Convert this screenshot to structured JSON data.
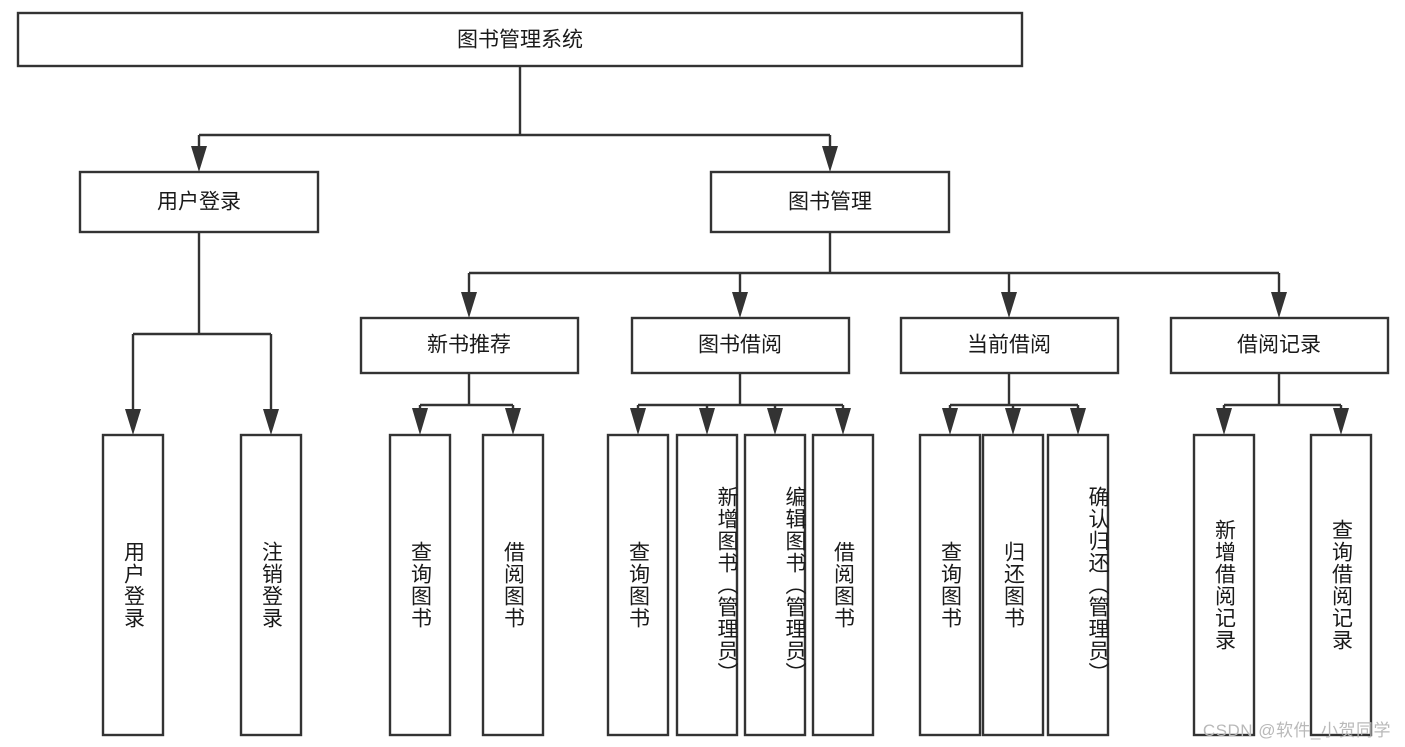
{
  "diagram": {
    "title": "图书管理系统",
    "type": "tree-hierarchy-chart",
    "orientation": "top-down",
    "colors": {
      "box_fill": "#ffffff",
      "box_stroke": "#333333",
      "text": "#1a1a1a",
      "background": "#ffffff",
      "watermark": "#b9b9b9"
    },
    "root": {
      "label": "图书管理系统"
    },
    "level2": [
      {
        "id": "user-login",
        "label": "用户登录"
      },
      {
        "id": "book-management",
        "label": "图书管理"
      }
    ],
    "level3": [
      {
        "id": "new-book-recommend",
        "label": "新书推荐",
        "parent": "book-management"
      },
      {
        "id": "book-borrow",
        "label": "图书借阅",
        "parent": "book-management"
      },
      {
        "id": "current-borrow",
        "label": "当前借阅",
        "parent": "book-management"
      },
      {
        "id": "borrow-record",
        "label": "借阅记录",
        "parent": "book-management"
      }
    ],
    "leaves": [
      {
        "id": "leaf-user-login",
        "label": "用户登录",
        "parent": "user-login"
      },
      {
        "id": "leaf-logout-login",
        "label": "注销登录",
        "parent": "user-login"
      },
      {
        "id": "leaf-query-book-1",
        "label": "查询图书",
        "parent": "new-book-recommend"
      },
      {
        "id": "leaf-borrow-book-1",
        "label": "借阅图书",
        "parent": "new-book-recommend"
      },
      {
        "id": "leaf-query-book-2",
        "label": "查询图书",
        "parent": "book-borrow"
      },
      {
        "id": "leaf-add-book",
        "label": "新增图书（管理员）",
        "parent": "book-borrow"
      },
      {
        "id": "leaf-edit-book",
        "label": "编辑图书（管理员）",
        "parent": "book-borrow"
      },
      {
        "id": "leaf-borrow-book-2",
        "label": "借阅图书",
        "parent": "book-borrow"
      },
      {
        "id": "leaf-query-book-3",
        "label": "查询图书",
        "parent": "current-borrow"
      },
      {
        "id": "leaf-return-book",
        "label": "归还图书",
        "parent": "current-borrow"
      },
      {
        "id": "leaf-confirm-return",
        "label": "确认归还（管理员）",
        "parent": "current-borrow"
      },
      {
        "id": "leaf-add-record",
        "label": "新增借阅记录",
        "parent": "borrow-record"
      },
      {
        "id": "leaf-query-record",
        "label": "查询借阅记录",
        "parent": "borrow-record"
      }
    ],
    "watermark": "CSDN @软件_小贺同学"
  }
}
